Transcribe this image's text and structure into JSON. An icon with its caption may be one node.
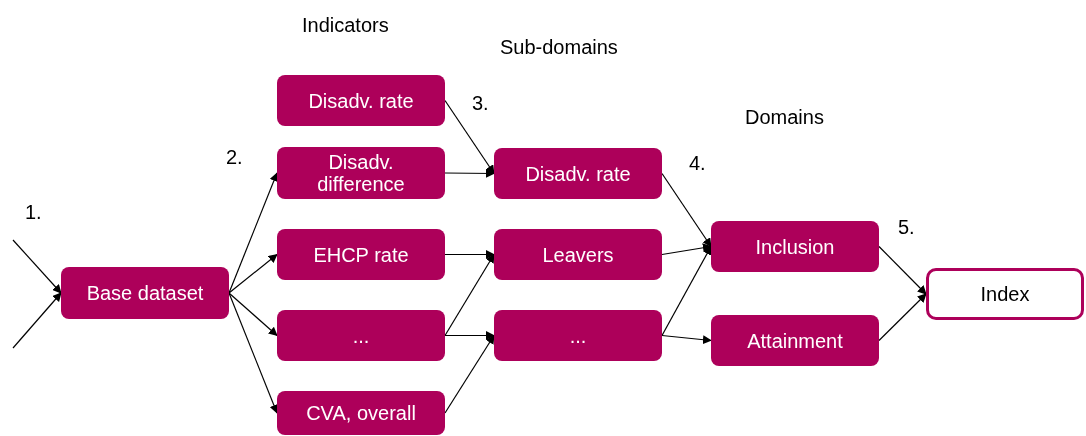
{
  "diagram": {
    "nodes": [
      {
        "text": [
          "Base dataset"
        ]
      },
      {
        "text": [
          "Disadv. rate"
        ]
      },
      {
        "text": [
          "Disadv. difference"
        ]
      },
      {
        "text": [
          "EHCP rate"
        ]
      },
      {
        "text": [
          "..."
        ]
      },
      {
        "text": [
          "CVA, overall"
        ]
      },
      {
        "text": [
          "Disadv. rate"
        ]
      },
      {
        "text": [
          "Leavers"
        ]
      },
      {
        "text": [
          "..."
        ]
      },
      {
        "text": [
          "Inclusion"
        ]
      },
      {
        "text": [
          "Attainment"
        ]
      },
      {
        "text": [
          "Index"
        ]
      }
    ],
    "edges": [
      {
        "from": null,
        "to": 0,
        "arrow": "to"
      },
      {
        "from": null,
        "to": 0,
        "arrow": "to"
      },
      {
        "from": 0,
        "to": 2,
        "arrow": "to"
      },
      {
        "from": 0,
        "to": 3,
        "arrow": "to"
      },
      {
        "from": 0,
        "to": 4,
        "arrow": "to"
      },
      {
        "from": 0,
        "to": 5,
        "arrow": "to"
      },
      {
        "from": 1,
        "to": 6,
        "arrow": "to"
      },
      {
        "from": 2,
        "to": 6,
        "arrow": "to"
      },
      {
        "from": 3,
        "to": 7,
        "arrow": "to"
      },
      {
        "from": 4,
        "to": 7,
        "arrow": "to"
      },
      {
        "from": 4,
        "to": 8,
        "arrow": "to"
      },
      {
        "from": 5,
        "to": 8,
        "arrow": "to"
      },
      {
        "from": 6,
        "to": 9,
        "arrow": "to"
      },
      {
        "from": 7,
        "to": 9,
        "arrow": "to"
      },
      {
        "from": 8,
        "to": 9,
        "arrow": "to"
      },
      {
        "from": 8,
        "to": 10,
        "arrow": "to"
      },
      {
        "from": 9,
        "to": 11,
        "arrow": "to"
      },
      {
        "from": 10,
        "to": 11,
        "arrow": "to"
      }
    ],
    "labels": [
      "Indicators",
      "Sub-domains",
      "Domains",
      "1.",
      "2.",
      "3.",
      "4.",
      "5."
    ]
  }
}
